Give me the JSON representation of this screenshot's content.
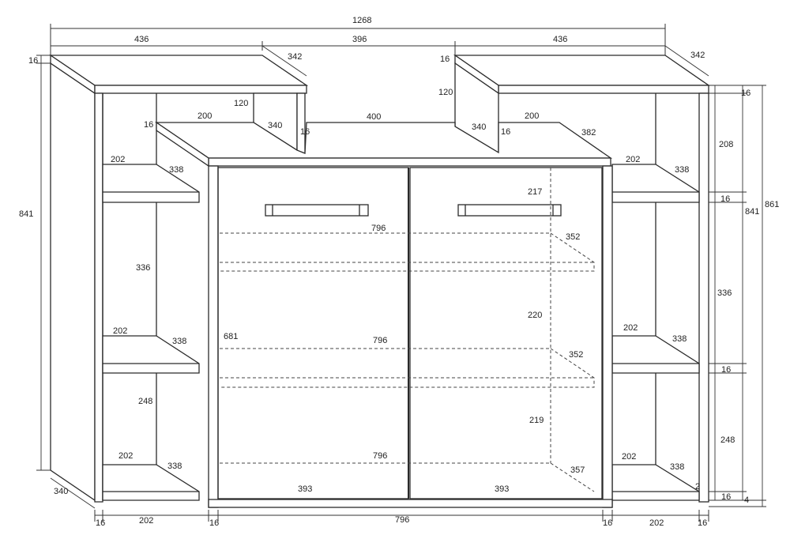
{
  "diagram": {
    "overall_width_label": "1268",
    "top_left_width_label": "436",
    "top_middle_width_label": "396",
    "top_right_width_label": "436",
    "top_left_depth_label": "342",
    "top_right_depth_label": "342",
    "top_left_thickness_label": "16",
    "top_right_thickness_label": "16",
    "left_height_label": "841",
    "left_depth_label": "340",
    "left_upright_height_label": "120",
    "left_upright_depth_label": "340",
    "left_upright_thickness_label": "16",
    "right_upright_height_label": "120",
    "right_upright_depth_label": "340",
    "right_upright_thickness_label": "16",
    "center_top_thickness_label": "16",
    "center_top_left_label": "200",
    "center_top_width_label": "400",
    "center_top_right_label": "200",
    "center_top_depth_label": "382",
    "left_shelf1_width_label": "202",
    "left_shelf1_depth_label": "338",
    "left_gap1_label": "336",
    "left_shelf2_width_label": "202",
    "left_shelf2_depth_label": "338",
    "left_gap2_label": "248",
    "left_shelf3_width_label": "202",
    "left_shelf3_depth_label": "338",
    "right_shelf1_width_label": "202",
    "right_shelf1_depth_label": "338",
    "right_shelf2_width_label": "202",
    "right_shelf2_depth_label": "338",
    "right_shelf3_width_label": "202",
    "right_shelf3_depth_label": "338",
    "right_gap_small_label": "2",
    "inner_top_gap_label": "217",
    "inner_shelf1_width_label": "796",
    "inner_shelf1_depth_label": "352",
    "inner_height_label": "681",
    "inner_mid_gap_label": "220",
    "inner_shelf2_width_label": "796",
    "inner_shelf2_depth_label": "352",
    "inner_low_gap_label": "219",
    "inner_bottom_width_label": "796",
    "inner_bottom_depth_label": "357",
    "door_left_width_label": "393",
    "door_right_width_label": "393",
    "right_dim_top_thickness_label": "16",
    "right_dim_208_label": "208",
    "right_dim_16a_label": "16",
    "right_dim_336_label": "336",
    "right_dim_16b_label": "16",
    "right_dim_248_label": "248",
    "right_dim_16c_label": "16",
    "right_dim_4_label": "4",
    "right_height_841_label": "841",
    "right_height_861_label": "861",
    "bottom_16a_label": "16",
    "bottom_202a_label": "202",
    "bottom_16b_label": "16",
    "bottom_796_label": "796",
    "bottom_16c_label": "16",
    "bottom_202b_label": "202",
    "bottom_16d_label": "16"
  }
}
